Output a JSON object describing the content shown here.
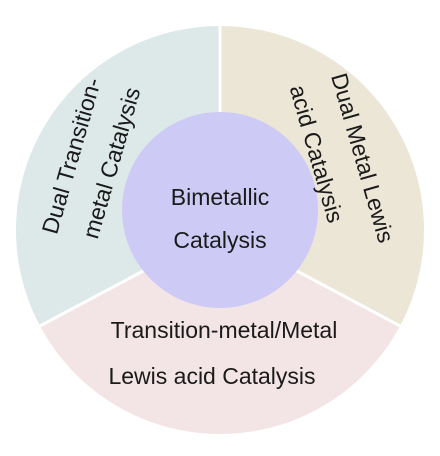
{
  "center": {
    "line1": "Bimetallic",
    "line2": "Catalysis",
    "fill": "#cdcbf5"
  },
  "segments": [
    {
      "line1": "Dual Transition-",
      "line2": "metal Catalysis",
      "fill": "#dce9e8"
    },
    {
      "line1": "Dual Metal Lewis",
      "line2": "acid Catalysis",
      "fill": "#ebe6d6"
    },
    {
      "line1": "Transition-metal/Metal",
      "line2": "Lewis acid Catalysis",
      "fill": "#f3e5e6"
    }
  ],
  "divider_color": "#ffffff"
}
